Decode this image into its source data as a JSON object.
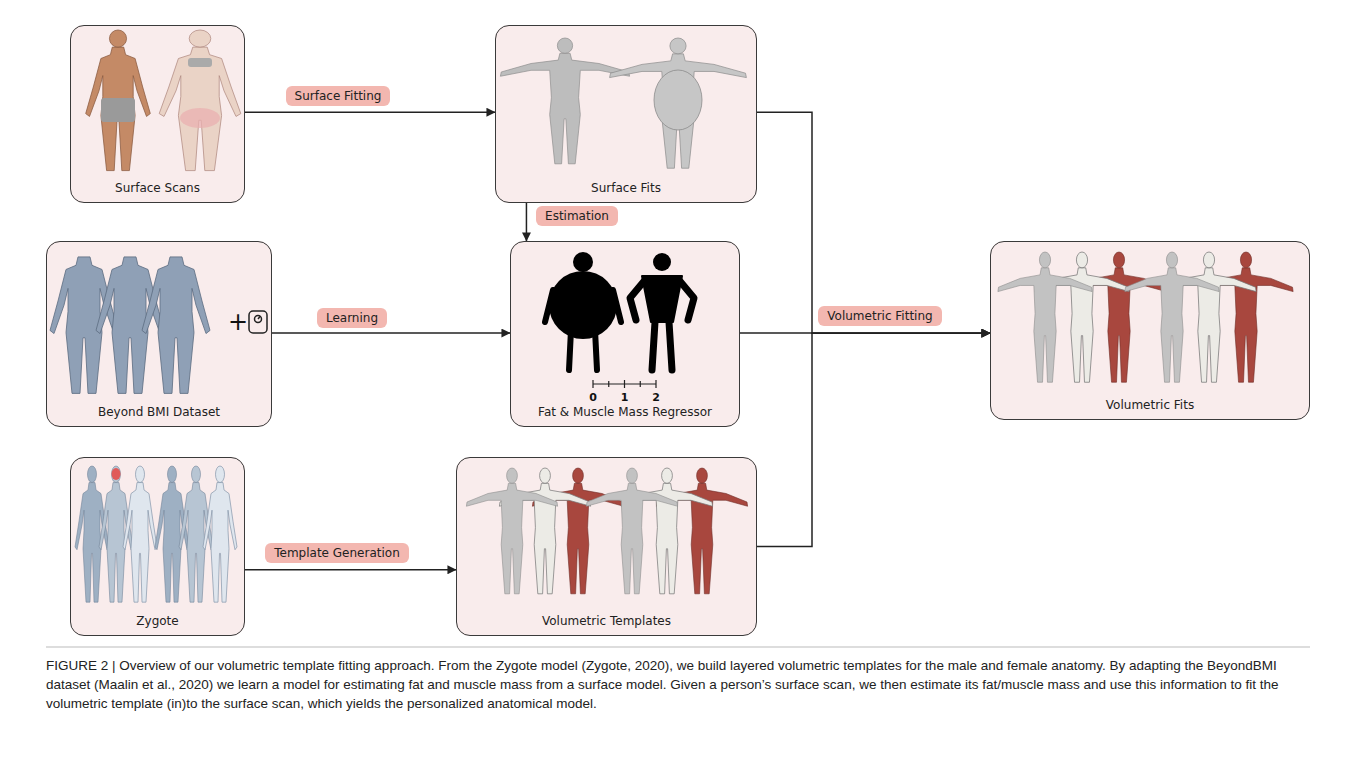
{
  "diagram": {
    "caption": "FIGURE 2 | Overview of our volumetric template fitting approach. From the Zygote model (Zygote, 2020), we build layered volumetric templates for the male and female anatomy. By adapting the BeyondBMI dataset (Maalin et al., 2020) we learn a model for estimating fat and muscle mass from a surface model. Given a person’s surface scan, we then estimate its fat/muscle mass and use this information to fit the volumetric template (in)to the surface scan, which yields the personalized anatomical model.",
    "nodes": [
      {
        "text": [
          "Surface Scans"
        ]
      },
      {
        "text": [
          "Surface Fits"
        ]
      },
      {
        "text": [
          "Beyond BMI Dataset"
        ]
      },
      {
        "text": [
          "Fat & Muscle Mass Regressor"
        ]
      },
      {
        "text": [
          "Volumetric Fits"
        ]
      },
      {
        "text": [
          "Zygote"
        ]
      },
      {
        "text": [
          "Volumetric Templates"
        ]
      }
    ],
    "edges": [
      {
        "from": 0,
        "to": 1,
        "arrow": "to",
        "label": "Surface Fitting"
      },
      {
        "from": 1,
        "to": 3,
        "arrow": "to",
        "label": "Estimation"
      },
      {
        "from": 2,
        "to": 3,
        "arrow": "to",
        "label": "Learning"
      },
      {
        "from": 5,
        "to": 6,
        "arrow": "to",
        "label": "Template Generation"
      },
      {
        "from": 1,
        "to": 4,
        "arrow": "to"
      },
      {
        "from": 3,
        "to": 4,
        "arrow": "to",
        "label": "Volumetric Fitting"
      },
      {
        "from": 6,
        "to": 4,
        "arrow": "to"
      }
    ],
    "labels": [
      "+",
      "0",
      "1",
      "2"
    ]
  }
}
